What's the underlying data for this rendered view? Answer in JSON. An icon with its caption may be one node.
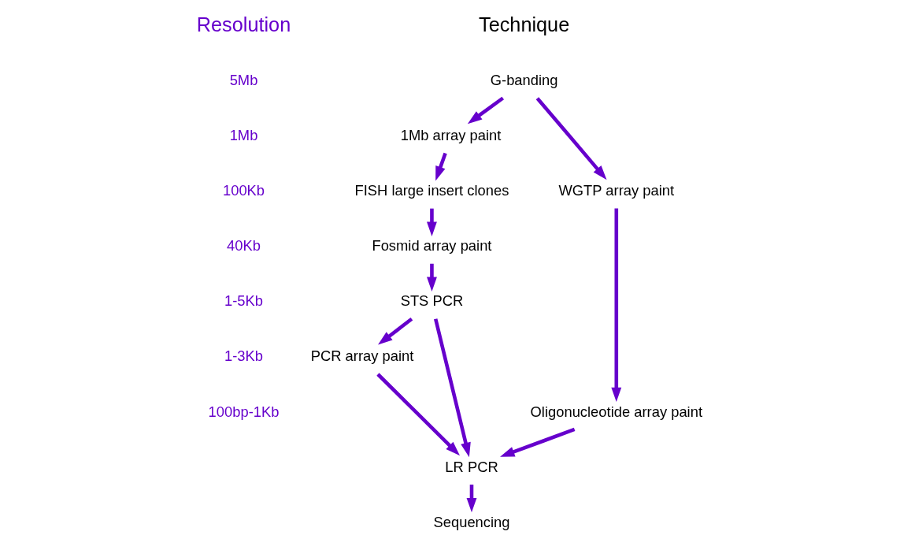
{
  "diagram": {
    "nodes": [
      {
        "text": [
          "G-banding"
        ]
      },
      {
        "text": [
          "1Mb array paint"
        ]
      },
      {
        "text": [
          "FISH large insert clones"
        ]
      },
      {
        "text": [
          "Fosmid array paint"
        ]
      },
      {
        "text": [
          "STS PCR"
        ]
      },
      {
        "text": [
          "PCR array paint"
        ]
      },
      {
        "text": [
          "WGTP array paint"
        ]
      },
      {
        "text": [
          "Oligonucleotide array paint"
        ]
      },
      {
        "text": [
          "LR PCR"
        ]
      },
      {
        "text": [
          "Sequencing"
        ]
      }
    ],
    "edges": [
      {
        "from": 0,
        "to": 1,
        "arrow": "to"
      },
      {
        "from": 0,
        "to": 6,
        "arrow": "to"
      },
      {
        "from": 1,
        "to": 2,
        "arrow": "to"
      },
      {
        "from": 2,
        "to": 3,
        "arrow": "to"
      },
      {
        "from": 3,
        "to": 4,
        "arrow": "to"
      },
      {
        "from": 4,
        "to": 5,
        "arrow": "to"
      },
      {
        "from": 4,
        "to": 8,
        "arrow": "to"
      },
      {
        "from": 5,
        "to": 8,
        "arrow": "to"
      },
      {
        "from": 6,
        "to": 7,
        "arrow": "to"
      },
      {
        "from": 7,
        "to": 8,
        "arrow": "to"
      },
      {
        "from": 8,
        "to": 9,
        "arrow": "to"
      }
    ],
    "labels": [
      "Resolution",
      "Technique",
      "5Mb",
      "1Mb",
      "100Kb",
      "40Kb",
      "1-5Kb",
      "1-3Kb",
      "100bp-1Kb"
    ]
  }
}
